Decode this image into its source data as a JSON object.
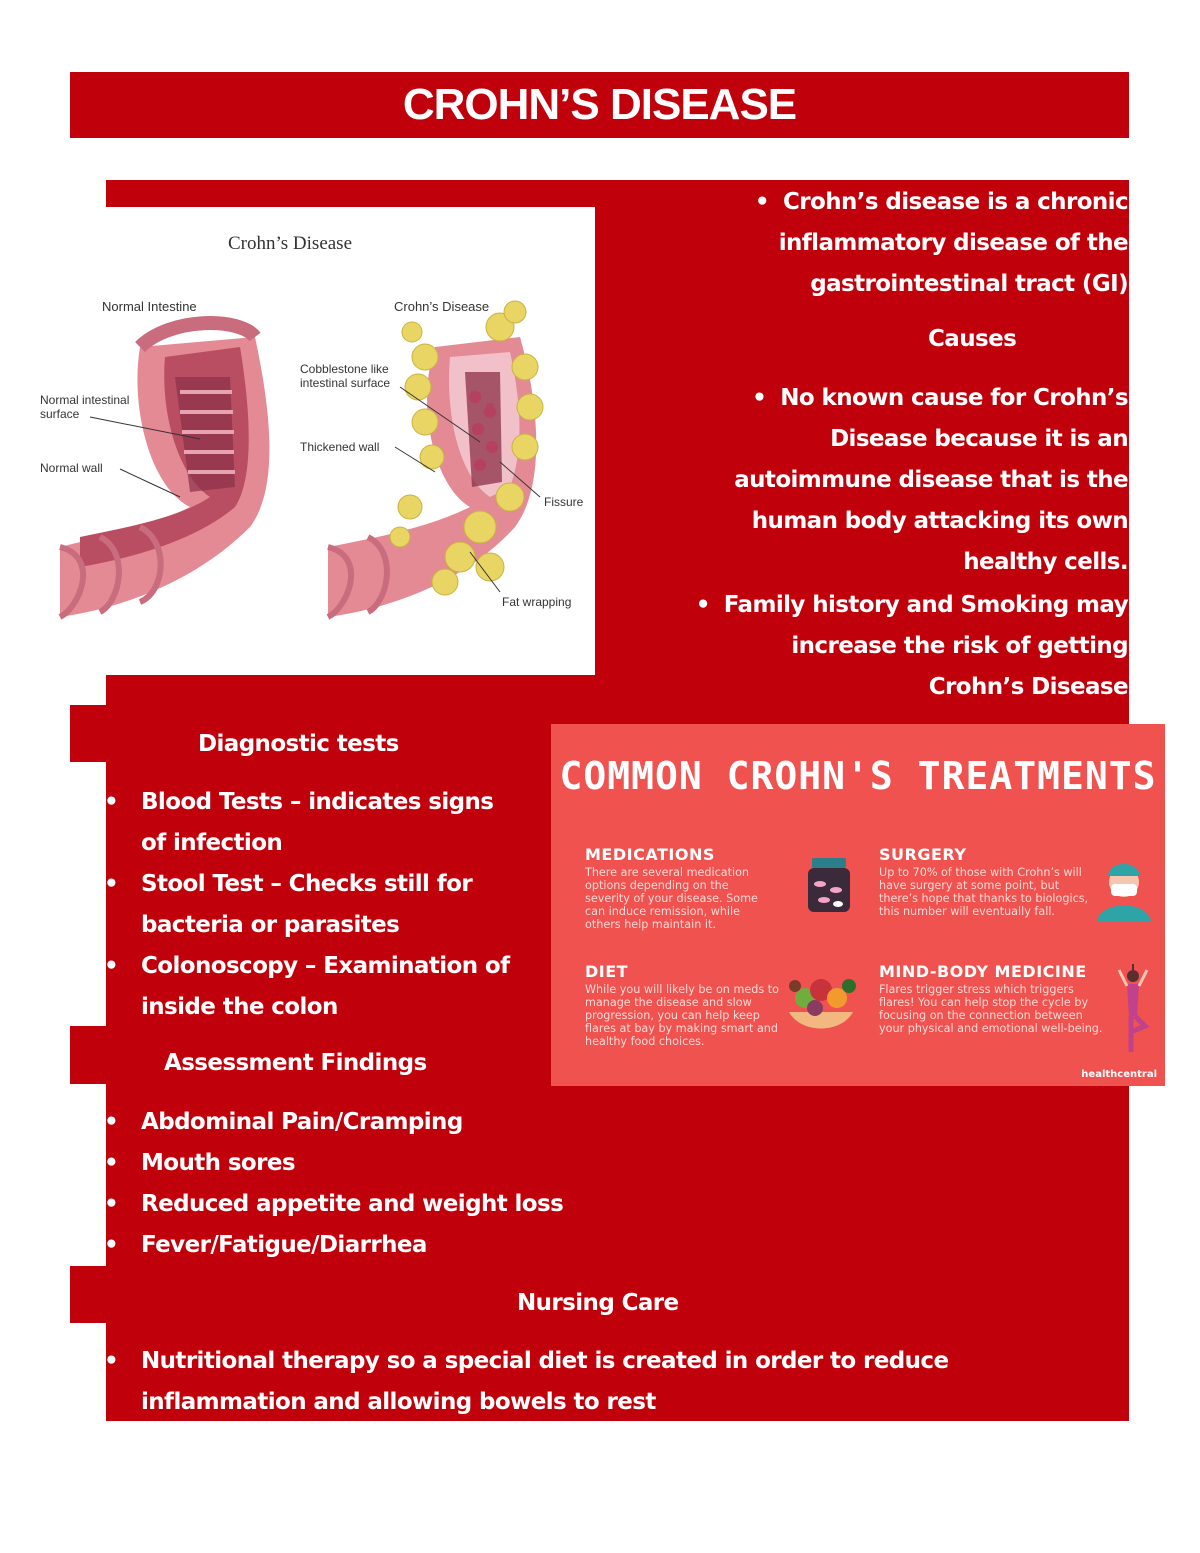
{
  "title": "CROHN’S DISEASE",
  "illustration": {
    "title": "Crohn’s Disease",
    "normal_label": "Normal Intestine",
    "crohns_label": "Crohn’s Disease",
    "normal_surface": "Normal intestinal surface",
    "normal_wall": "Normal wall",
    "cobblestone": "Cobblestone like intestinal surface",
    "thickened_wall": "Thickened wall",
    "fissure": "Fissure",
    "fat_wrapping": "Fat wrapping"
  },
  "definition": {
    "lines": [
      "Crohn’s disease is a chronic",
      "inflammatory disease of the",
      "gastrointestinal tract (GI)"
    ]
  },
  "causes": {
    "heading": "Causes",
    "item1_lines": [
      "No known cause for Crohn’s",
      "Disease because it is an",
      "autoimmune disease that is the",
      "human body attacking its own",
      "healthy cells."
    ],
    "item2_lines": [
      "Family history and Smoking may",
      "increase the risk of getting",
      "Crohn’s Disease"
    ]
  },
  "diagnostic": {
    "heading": "Diagnostic tests",
    "items": [
      [
        "Blood Tests – indicates signs",
        "of infection"
      ],
      [
        "Stool Test – Checks still for",
        "bacteria or parasites"
      ],
      [
        "Colonoscopy – Examination of",
        "inside the colon"
      ]
    ]
  },
  "assessment": {
    "heading": "Assessment Findings",
    "items": [
      "Abdominal Pain/Cramping",
      "Mouth sores",
      "Reduced appetite and weight loss",
      "Fever/Fatigue/Diarrhea"
    ]
  },
  "nursing": {
    "heading": "Nursing Care",
    "items": [
      [
        "Nutritional therapy so a special diet is created in order to reduce",
        "inflammation and allowing bowels to rest"
      ]
    ]
  },
  "treatments": {
    "heading": "COMMON CROHN'S TREATMENTS",
    "medications": {
      "title": "MEDICATIONS",
      "body": "There are several medication options depending on the severity of your disease. Some can induce remission, while others help maintain it."
    },
    "surgery": {
      "title": "SURGERY",
      "body": "Up to 70% of those with Crohn’s will have surgery at some point, but there’s hope that thanks to biologics, this number will eventually fall."
    },
    "diet": {
      "title": "DIET",
      "body": "While you will likely be on meds to manage the disease and slow progression, you can help keep flares at bay by making smart and healthy food choices."
    },
    "mindbody": {
      "title": "MIND-BODY MEDICINE",
      "body": "Flares trigger stress which triggers flares! You can help stop the cycle by focusing on the connection between your physical and emotional well-being."
    },
    "brand": "healthcentral"
  },
  "colors": {
    "red": "#c0000a",
    "infographic": "#f0524f"
  }
}
